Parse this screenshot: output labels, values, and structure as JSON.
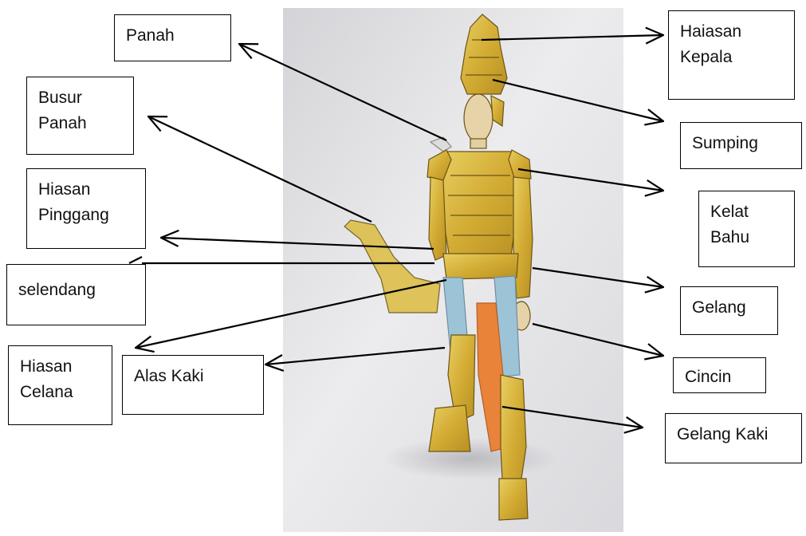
{
  "colors": {
    "background": "#ffffff",
    "box_border": "#000000",
    "arrow": "#000000",
    "armor_gold": "#d9b43a",
    "cloth_blue": "#9cc3d6",
    "cloth_orange": "#e9833a",
    "paper": "#e3e3e6"
  },
  "labels": [
    {
      "id": "panah",
      "lines": [
        "Panah"
      ]
    },
    {
      "id": "busur-panah",
      "lines": [
        "Busur",
        "Panah"
      ]
    },
    {
      "id": "hiasan-pinggang",
      "lines": [
        "Hiasan",
        "Pinggang"
      ]
    },
    {
      "id": "selendang",
      "lines": [
        "selendang"
      ]
    },
    {
      "id": "hiasan-celana",
      "lines": [
        "Hiasan",
        "Celana"
      ]
    },
    {
      "id": "alas-kaki",
      "lines": [
        "Alas Kaki"
      ]
    },
    {
      "id": "haiasan-kepala",
      "lines": [
        "Haiasan",
        "Kepala"
      ]
    },
    {
      "id": "sumping",
      "lines": [
        "Sumping"
      ]
    },
    {
      "id": "kelat-bahu",
      "lines": [
        "Kelat",
        "Bahu"
      ]
    },
    {
      "id": "gelang",
      "lines": [
        "Gelang"
      ]
    },
    {
      "id": "cincin",
      "lines": [
        "Cincin"
      ]
    },
    {
      "id": "gelang-kaki",
      "lines": [
        "Gelang Kaki"
      ]
    }
  ]
}
